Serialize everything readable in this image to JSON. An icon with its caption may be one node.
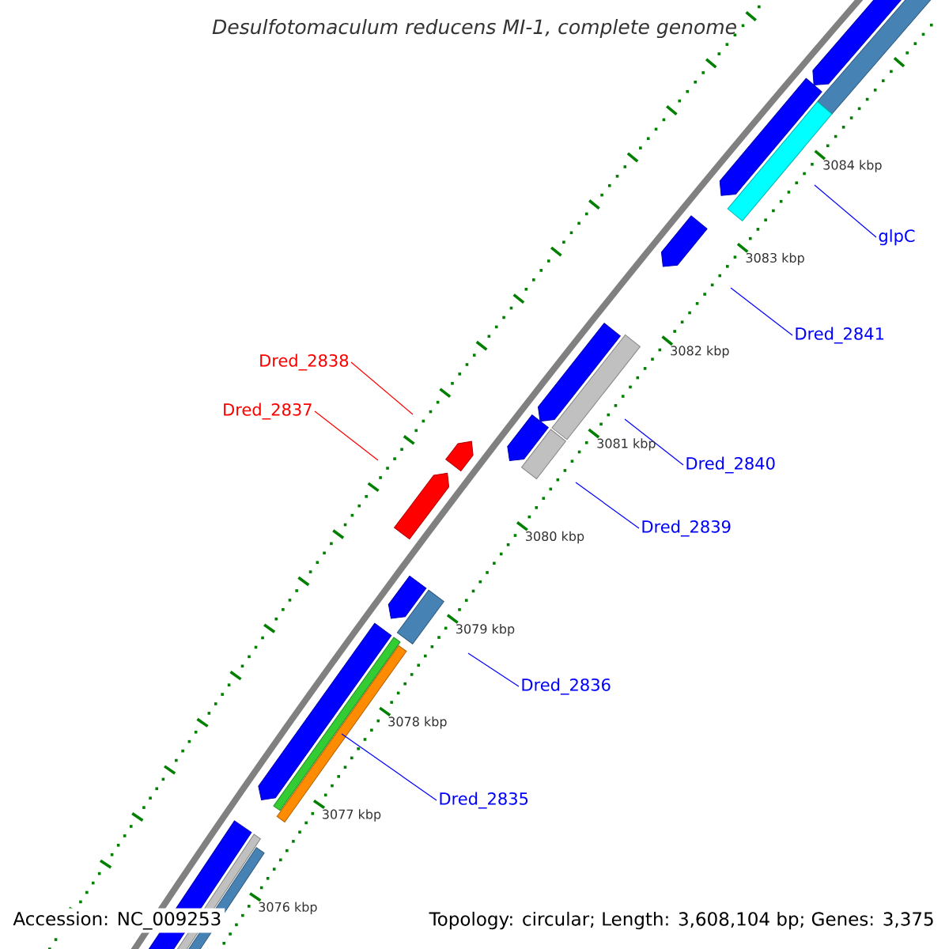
{
  "diagram": {
    "title": "Desulfotomaculum reducens MI-1, complete genome",
    "nodes": [
      {
        "text": [
          "glpC"
        ]
      },
      {
        "text": [
          "Dred_2841"
        ]
      },
      {
        "text": [
          "Dred_2840"
        ]
      },
      {
        "text": [
          "Dred_2839"
        ]
      },
      {
        "text": [
          "Dred_2838"
        ]
      },
      {
        "text": [
          "Dred_2837"
        ]
      },
      {
        "text": [
          "Dred_2836"
        ]
      },
      {
        "text": [
          "Dred_2835"
        ]
      },
      {
        "text": [],
        "shape": "bar"
      }
    ],
    "edges": [
      {
        "from": 0,
        "to": null,
        "arrow": "none"
      },
      {
        "from": 1,
        "to": null,
        "arrow": "none"
      },
      {
        "from": 2,
        "to": null,
        "arrow": "none"
      },
      {
        "from": 3,
        "to": null,
        "arrow": "none"
      },
      {
        "from": 4,
        "to": null,
        "arrow": "none",
        "color": "#ff0000"
      },
      {
        "from": 5,
        "to": null,
        "arrow": "none",
        "color": "#ff0000"
      },
      {
        "from": 6,
        "to": null,
        "arrow": "none"
      },
      {
        "from": 7,
        "to": 8,
        "arrow": "none"
      }
    ],
    "labels": [
      "3084 kbp",
      "3083 kbp",
      "3082 kbp",
      "3081 kbp",
      "3080 kbp",
      "3079 kbp",
      "3078 kbp",
      "3077 kbp",
      "3076 kbp",
      "Accession: NC_009253",
      "Topology: circular; Length: 3,608,104 bp; Genes: 3,375"
    ]
  }
}
